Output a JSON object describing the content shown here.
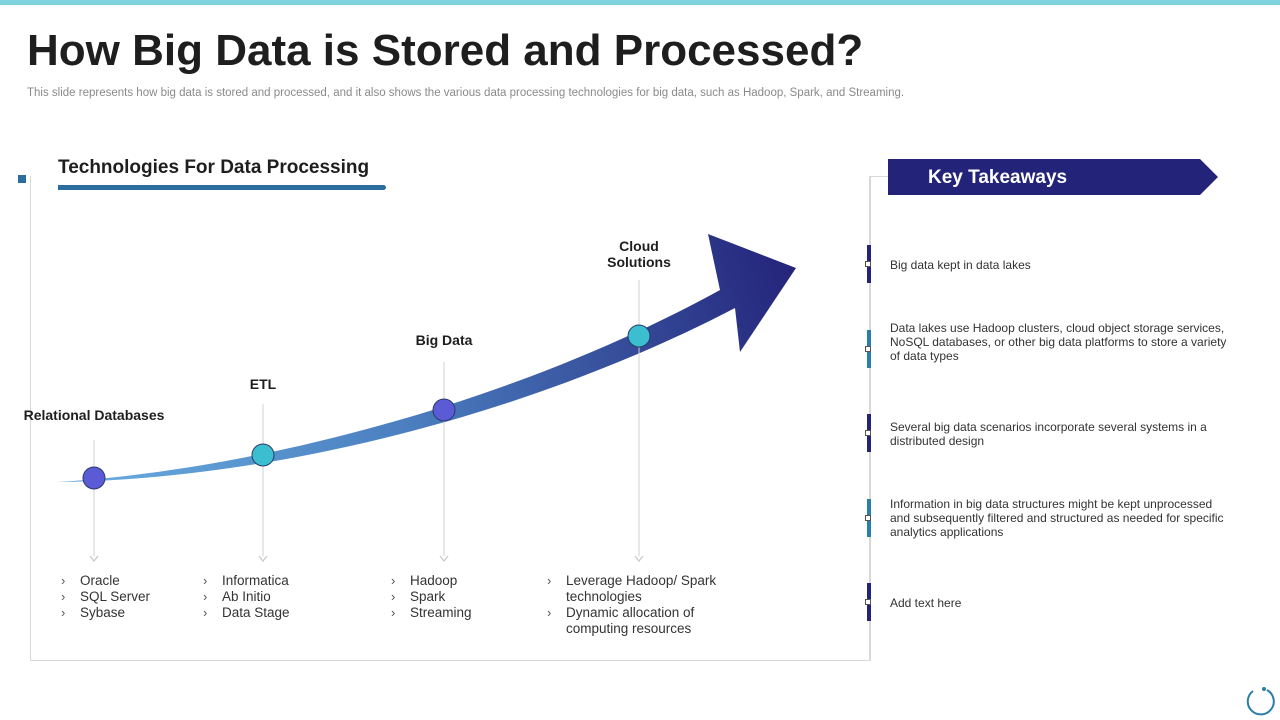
{
  "header": {
    "title": "How Big Data is Stored and Processed?",
    "subtitle": "This slide represents how big data is stored and processed, and it also shows the various data processing technologies for big data, such as Hadoop, Spark, and Streaming."
  },
  "left_panel": {
    "title": "Technologies For Data Processing",
    "stages": [
      {
        "label": "Relational Databases",
        "items": [
          "Oracle",
          "SQL Server",
          "Sybase"
        ]
      },
      {
        "label": "ETL",
        "items": [
          "Informatica",
          "Ab Initio",
          "Data Stage"
        ]
      },
      {
        "label": "Big Data",
        "items": [
          "Hadoop",
          "Spark",
          "Streaming"
        ]
      },
      {
        "label": "Cloud Solutions",
        "items": [
          "Leverage  Hadoop/ Spark technologies",
          "Dynamic allocation of computing resources"
        ]
      }
    ]
  },
  "right_panel": {
    "title": "Key Takeaways",
    "takeaways": [
      "Big data kept in data lakes",
      "Data lakes use Hadoop clusters, cloud object storage services, NoSQL databases, or other big data platforms to store a variety of data types",
      "Several big data scenarios incorporate several systems in a distributed design",
      "Information in big data structures might be kept unprocessed and subsequently filtered and structured as needed for specific analytics applications",
      "Add text here"
    ]
  },
  "colors": {
    "accent_strip": "#7fd3dc",
    "banner": "#24237a",
    "arrow_start": "#6aaee0",
    "arrow_end": "#24237a",
    "dot_purple": "#5b5bd6",
    "dot_teal": "#3bbfd0",
    "bar_navy": "#24237a",
    "bar_teal": "#2a7fa8"
  },
  "icons": {
    "bullet": "chevron-right-icon",
    "corner": "refresh-circle-icon"
  }
}
